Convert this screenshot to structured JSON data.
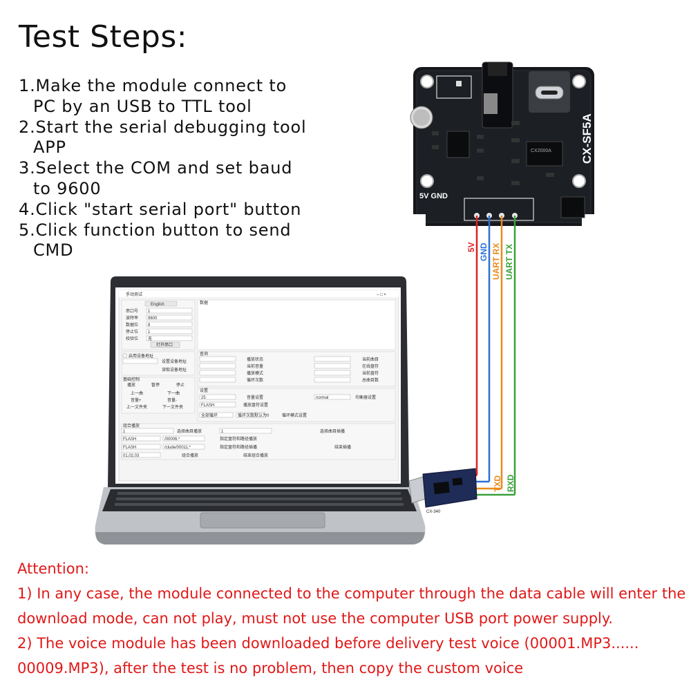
{
  "title": "Test Steps:",
  "steps": [
    "1.Make the module connect to",
    "PC by an USB to TTL tool",
    "2.Start the serial debugging tool",
    "APP",
    "3.Select the COM and set baud",
    "to 9600",
    "4.Click \"start serial port\" button",
    "5.Click function button to send",
    "CMD"
  ],
  "module": {
    "name": "CX-SF5A",
    "chip_label": "CX2000A",
    "power_label": "5V  GND"
  },
  "wires": [
    {
      "label": "5V",
      "color": "#e02020"
    },
    {
      "label": "GND",
      "color": "#2c6fd6"
    },
    {
      "label": "UART RX",
      "color": "#e88a1a"
    },
    {
      "label": "UART TX",
      "color": "#3aa03a"
    }
  ],
  "adapter": {
    "name": "CX-340",
    "pins": [
      {
        "label": "TXD",
        "color": "#e88a1a"
      },
      {
        "label": "RXD",
        "color": "#3aa03a"
      }
    ]
  },
  "app": {
    "title": "手动测试",
    "lang_button": "English",
    "port_labels": [
      "串口号",
      "波特率",
      "数据位",
      "停止位",
      "校验位"
    ],
    "port_values": [
      "1",
      "9600",
      "8",
      "1",
      "无"
    ],
    "open_button": "打开串口",
    "received_label": "数据",
    "device_check": "启用设备地址",
    "set_address": "设置设备地址",
    "read_address": "读取设备地址",
    "basic_label": "基础控制",
    "basic_buttons": [
      "播放",
      "暂停",
      "停止",
      "上一曲",
      "下一曲",
      "音量+",
      "音量-",
      "上一文件夹",
      "下一文件夹"
    ],
    "query_label": "查询",
    "query_left": [
      "播放状态",
      "当前音量",
      "播放模式",
      "循环次数"
    ],
    "query_right": [
      "当前曲目",
      "在线盘符",
      "当前盘符",
      "总曲目数"
    ],
    "settings_label": "设置",
    "volume_value": "25",
    "volume_button": "音量设置",
    "eq_value": "normal",
    "eq_button": "均衡器设置",
    "flash_value": "FLASH",
    "drive_button": "播放盘符设置",
    "loop_select": "全部循环",
    "loop_mode_value": "循环次数默认为0",
    "loop_button": "循环模式设置",
    "combo_label": "组合播放",
    "select_play": "选择曲目播放",
    "select_insert": "选择曲目插播",
    "track_value": "1",
    "path1": "/00006.*",
    "path2": "/clude/00011.*",
    "play_path_btn": "指定盘符和路径播放",
    "insert_path_btn": "指定盘符和路径插播",
    "stop_insert": "结束插播",
    "combo_value": "01,02,03",
    "combo_button": "组合播放",
    "end_combo": "结束组合播放"
  },
  "attention": [
    "Attention:",
    "1) In any case, the module connected to the computer through the data cable will enter the",
    "download mode, can not play, must not use the computer USB port power supply.",
    "2) The voice module has been downloaded before delivery test voice (00001.MP3......",
    "00009.MP3), after the test is no problem, then copy the custom voice"
  ]
}
